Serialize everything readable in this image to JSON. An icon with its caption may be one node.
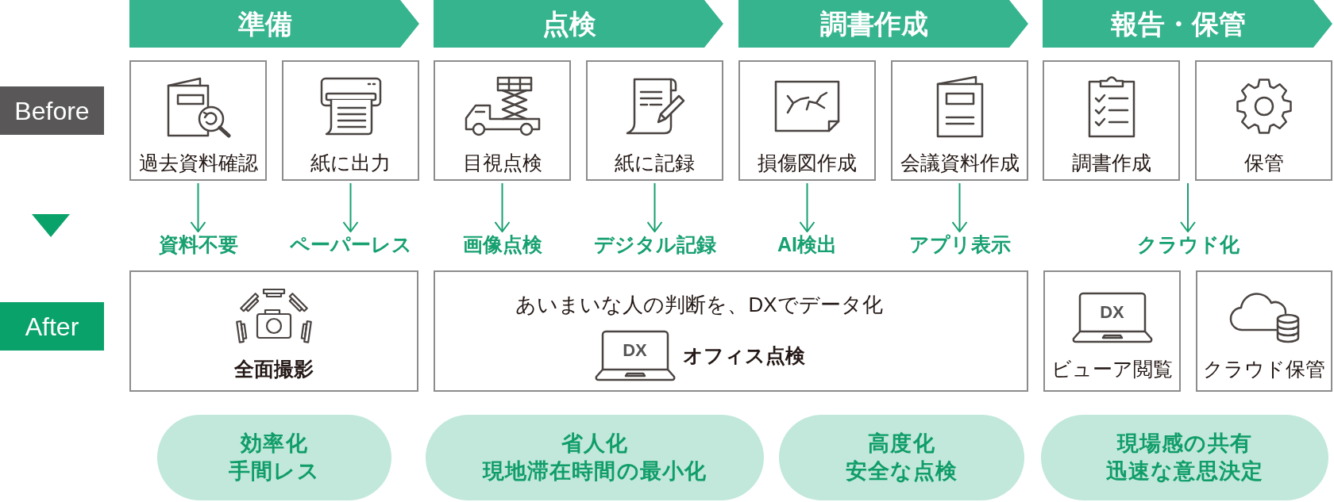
{
  "diagram": {
    "nodes": [
      {
        "text": [
          "準備"
        ]
      },
      {
        "text": [
          "点検"
        ]
      },
      {
        "text": [
          "調書作成"
        ]
      },
      {
        "text": [
          "報告・保管"
        ]
      },
      {
        "text": [
          "Before"
        ]
      },
      {
        "text": [
          "過去資料確認"
        ]
      },
      {
        "text": [
          "紙に出力"
        ]
      },
      {
        "text": [
          "目視点検"
        ]
      },
      {
        "text": [
          "紙に記録"
        ]
      },
      {
        "text": [
          "損傷図作成"
        ]
      },
      {
        "text": [
          "会議資料作成"
        ]
      },
      {
        "text": [
          "調書作成"
        ]
      },
      {
        "text": [
          "保管"
        ]
      },
      {
        "text": [
          "資料不要"
        ]
      },
      {
        "text": [
          "ペーパーレス"
        ]
      },
      {
        "text": [
          "画像点検"
        ]
      },
      {
        "text": [
          "デジタル記録"
        ]
      },
      {
        "text": [
          "AI検出"
        ]
      },
      {
        "text": [
          "アプリ表示"
        ]
      },
      {
        "text": [
          "クラウド化"
        ]
      },
      {
        "text": [
          "After"
        ]
      },
      {
        "text": [
          "全面撮影"
        ]
      },
      {
        "text": [
          "あいまいな人の判断を、DXでデータ化",
          "オフィス点検"
        ]
      },
      {
        "text": [
          "ビューア閲覧"
        ]
      },
      {
        "text": [
          "クラウド保管"
        ]
      },
      {
        "text": [
          "効率化",
          "手間レス"
        ]
      },
      {
        "text": [
          "省人化",
          "現地滞在時間の最小化"
        ]
      },
      {
        "text": [
          "高度化",
          "安全な点検"
        ]
      },
      {
        "text": [
          "現場感の共有",
          "迅速な意思決定"
        ]
      }
    ],
    "edges": [
      {
        "from": 5,
        "to": 13,
        "arrow": "to"
      },
      {
        "from": 6,
        "to": 14,
        "arrow": "to"
      },
      {
        "from": 7,
        "to": 15,
        "arrow": "to"
      },
      {
        "from": 8,
        "to": 16,
        "arrow": "to"
      },
      {
        "from": 9,
        "to": 17,
        "arrow": "to"
      },
      {
        "from": 10,
        "to": 18,
        "arrow": "to"
      },
      {
        "from": 11,
        "to": 19,
        "arrow": "to"
      },
      {
        "from": 12,
        "to": 19,
        "arrow": "to"
      }
    ],
    "labels": [
      "DX",
      "DX"
    ]
  }
}
